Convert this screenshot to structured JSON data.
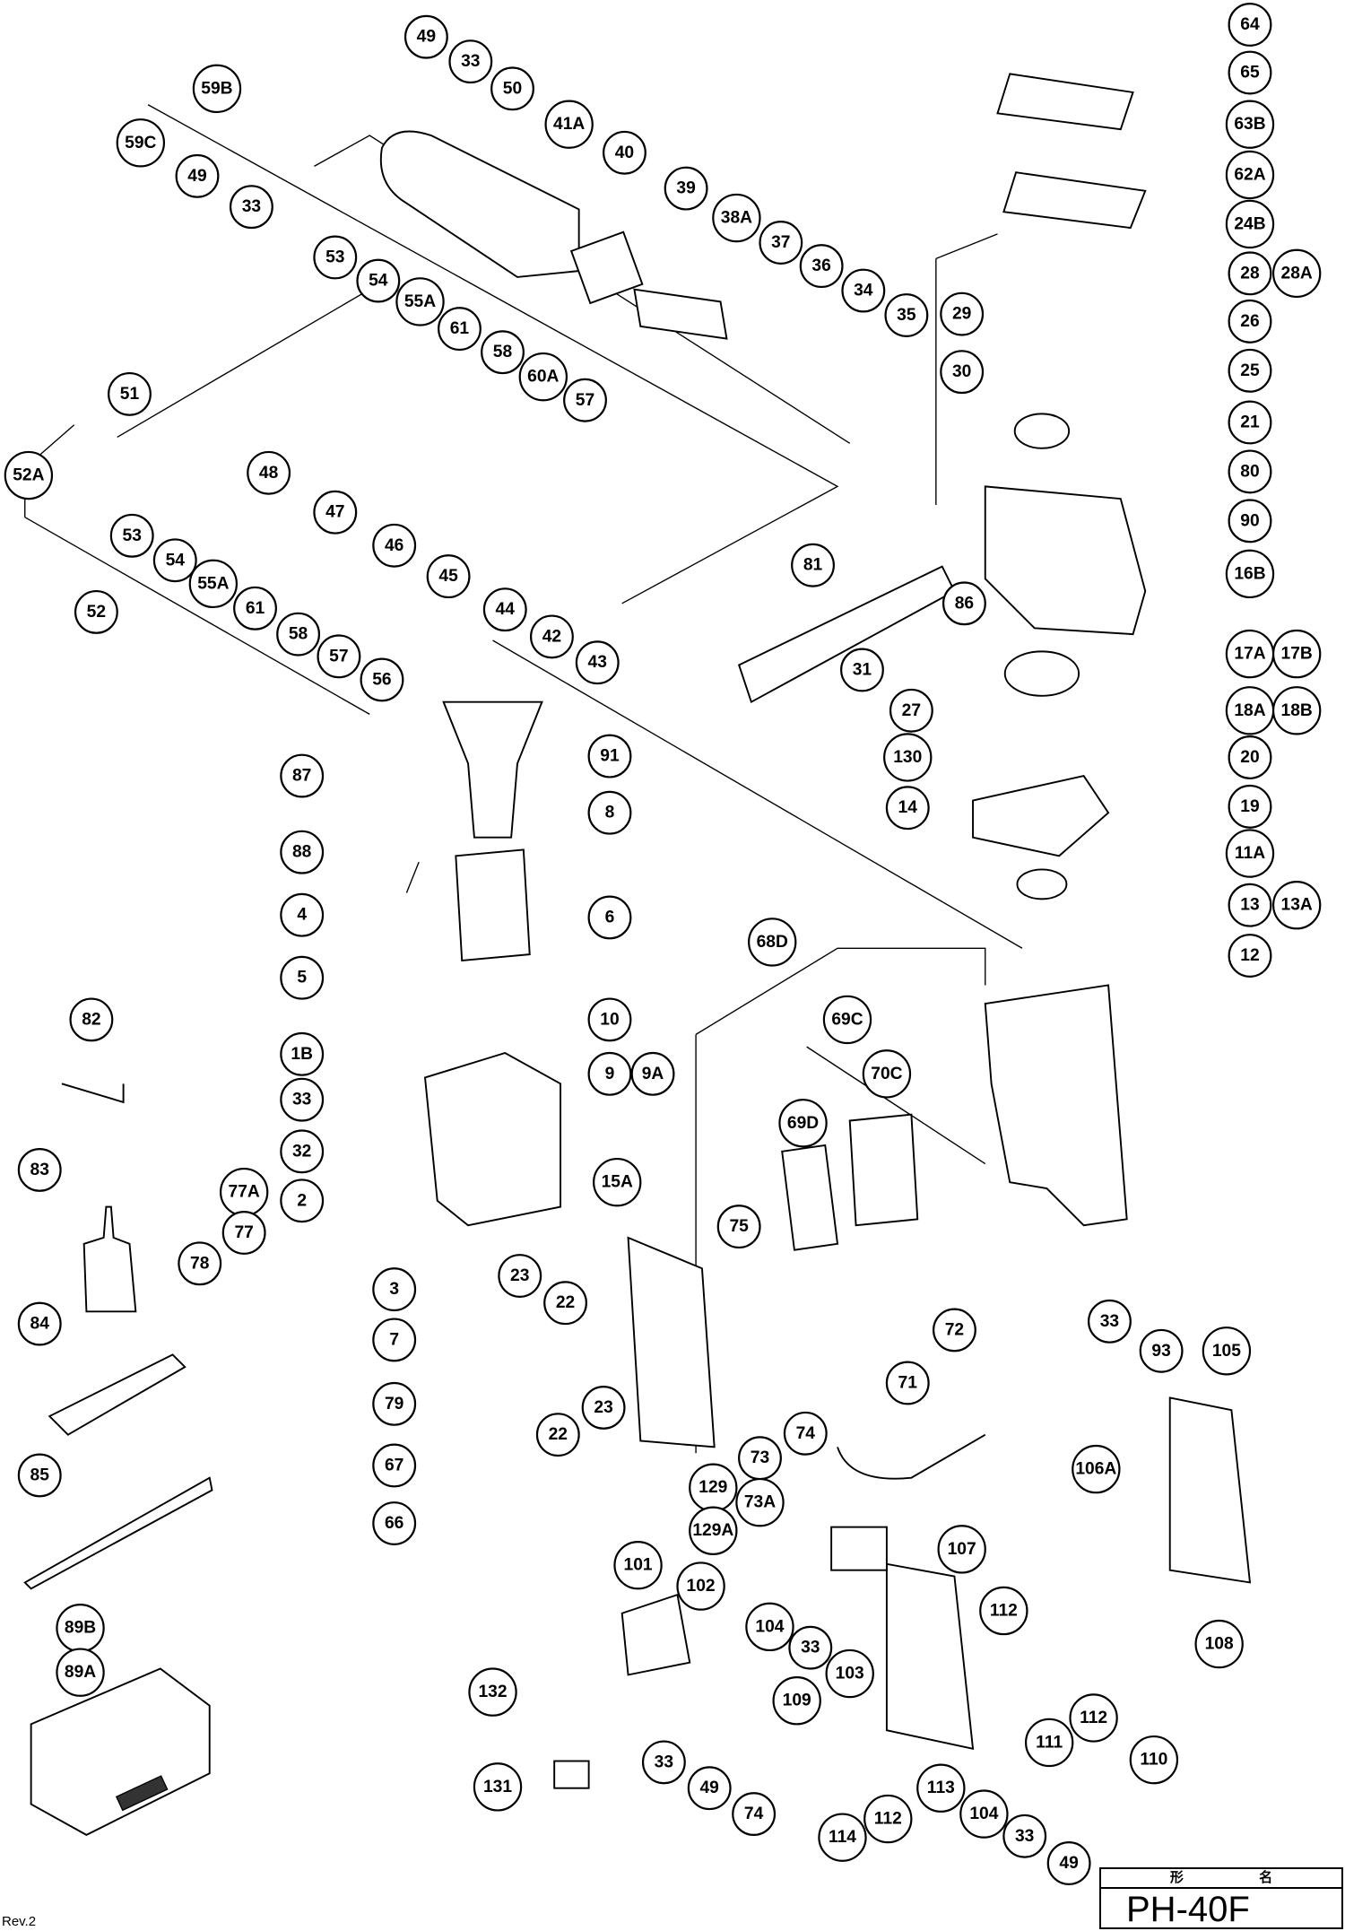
{
  "title_block": {
    "header": "形 名",
    "model": "PH-40F"
  },
  "revision": "Rev.2",
  "callouts": [
    "49",
    "33",
    "50",
    "41A",
    "40",
    "39",
    "38A",
    "37",
    "36",
    "34",
    "35",
    "64",
    "65",
    "63B",
    "62A",
    "24B",
    "28",
    "28A",
    "29",
    "26",
    "30",
    "25",
    "21",
    "80",
    "90",
    "16B",
    "59B",
    "59C",
    "49",
    "33",
    "53",
    "54",
    "55A",
    "61",
    "58",
    "60A",
    "57",
    "51",
    "48",
    "47",
    "46",
    "45",
    "44",
    "42",
    "43",
    "52A",
    "53",
    "54",
    "55A",
    "61",
    "58",
    "57",
    "56",
    "52",
    "81",
    "86",
    "31",
    "27",
    "17A",
    "17B",
    "18A",
    "18B",
    "130",
    "20",
    "14",
    "19",
    "11A",
    "13",
    "13A",
    "12",
    "91",
    "8",
    "87",
    "88",
    "4",
    "6",
    "5",
    "10",
    "9",
    "9A",
    "68D",
    "69C",
    "70C",
    "69D",
    "82",
    "1B",
    "33",
    "32",
    "83",
    "77A",
    "15A",
    "2",
    "77",
    "78",
    "75",
    "3",
    "23",
    "22",
    "7",
    "33",
    "93",
    "105",
    "72",
    "84",
    "23",
    "22",
    "79",
    "74",
    "71",
    "73",
    "73A",
    "129",
    "129A",
    "67",
    "66",
    "85",
    "106A",
    "107",
    "101",
    "102",
    "112",
    "104",
    "33",
    "103",
    "108",
    "89B",
    "89A",
    "132",
    "109",
    "112",
    "111",
    "110",
    "33",
    "49",
    "74",
    "113",
    "104",
    "33",
    "49",
    "114",
    "112",
    "131"
  ]
}
